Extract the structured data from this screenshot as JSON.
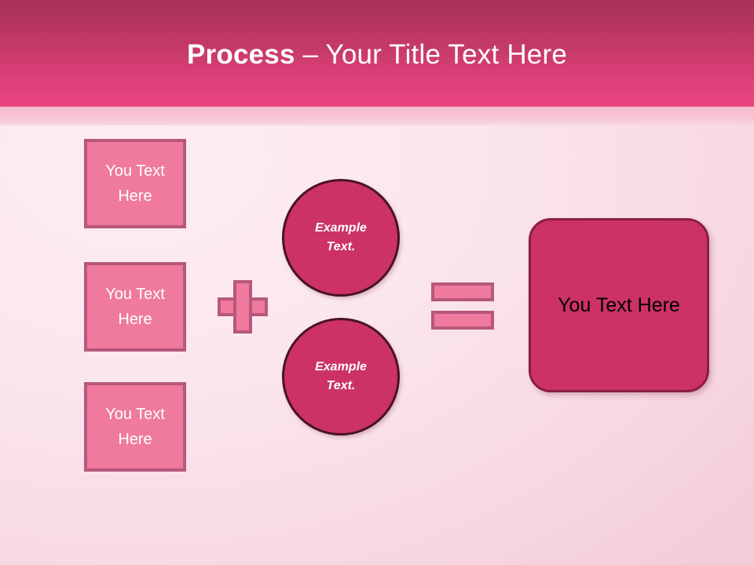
{
  "slide": {
    "title": {
      "strong": "Process",
      "rest": " – Your Title Text Here"
    },
    "background_color": "#fbe6ee",
    "header_color_top": "#a83259",
    "header_color_bottom": "#ea4680",
    "accent_band_color": "#f5bcd0"
  },
  "inputs": [
    {
      "label": "You Text Here",
      "fill": "#ef7a9d",
      "border": "#b7577c"
    },
    {
      "label": "You Text Here",
      "fill": "#ef7a9d",
      "border": "#b7577c"
    },
    {
      "label": "You Text Here",
      "fill": "#ef7a9d",
      "border": "#b7577c"
    }
  ],
  "operators": {
    "plus": "+",
    "equals": "="
  },
  "circles": [
    {
      "line1": "Example",
      "line2": "Text.",
      "fill": "#cc3266",
      "border": "#4a1226"
    },
    {
      "line1": "Example",
      "line2": "Text.",
      "fill": "#cc3266",
      "border": "#4a1226"
    }
  ],
  "result": {
    "label": "You Text Here",
    "fill": "#cc3266",
    "border": "#8a1f40"
  }
}
